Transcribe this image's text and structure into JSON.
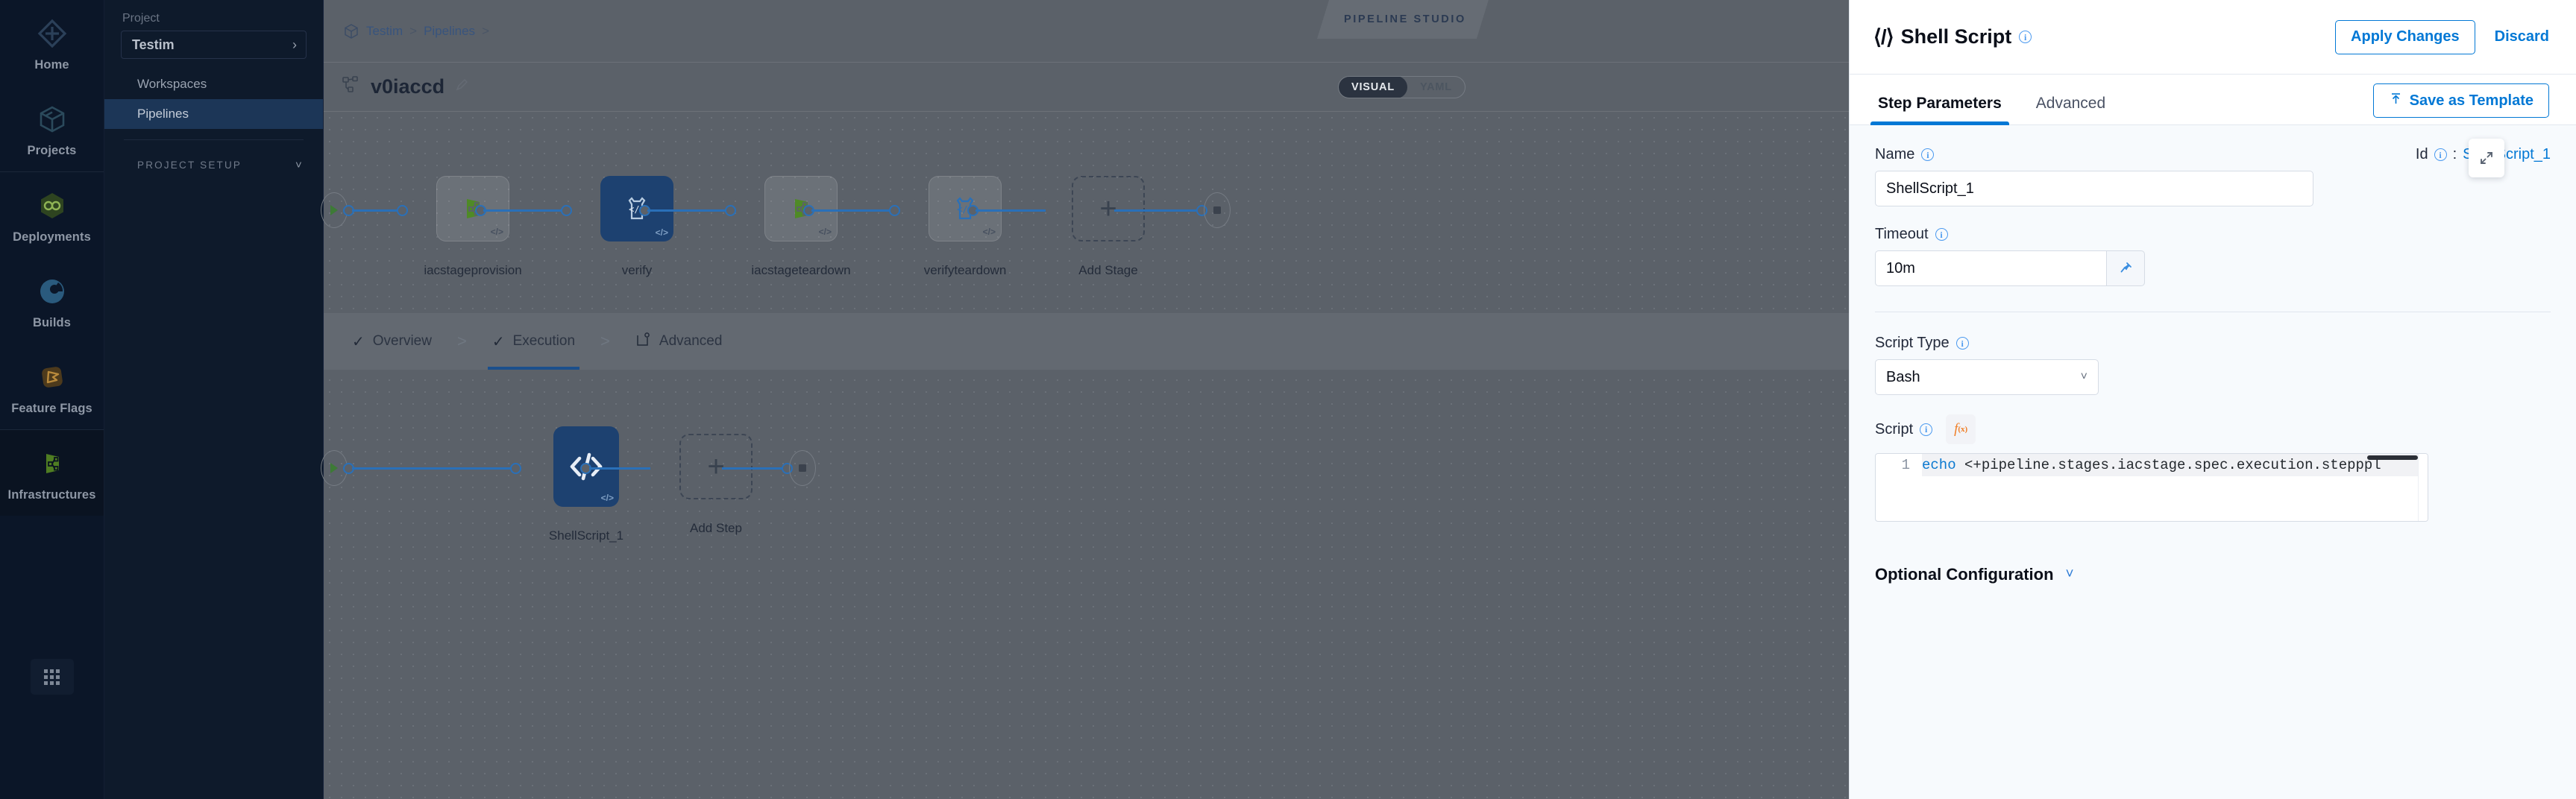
{
  "rail": {
    "items": [
      {
        "label": "Home",
        "icon": "home-diamond-icon"
      },
      {
        "label": "Projects",
        "icon": "cube-icon"
      },
      {
        "label": "Deployments",
        "icon": "infinity-hex-icon"
      },
      {
        "label": "Builds",
        "icon": "build-pie-icon"
      },
      {
        "label": "Feature Flags",
        "icon": "flag-icon"
      },
      {
        "label": "Infrastructures",
        "icon": "infrastructure-icon"
      }
    ],
    "grid_icon": "apps-grid-icon"
  },
  "nav": {
    "project_label": "Project",
    "project_name": "Testim",
    "project_chevron": "chevron-right-icon",
    "links": [
      {
        "label": "Workspaces",
        "active": false
      },
      {
        "label": "Pipelines",
        "active": true
      }
    ],
    "setup_label": "PROJECT SETUP",
    "setup_chevron": "chevron-down-icon"
  },
  "main": {
    "breadcrumb": {
      "icon": "project-cube-icon",
      "items": [
        "Testim",
        "Pipelines"
      ],
      "separator": ">"
    },
    "studio_badge": "PIPELINE STUDIO",
    "close_icon": "close-icon",
    "pipeline_icon": "pipeline-graph-icon",
    "pipeline_name": "v0iaccd",
    "edit_icon": "pencil-icon",
    "view_toggle": {
      "options": [
        "VISUAL",
        "YAML"
      ],
      "selected": "VISUAL"
    },
    "stages": [
      {
        "label": "iacstageprovision",
        "icon": "infrastructure-icon",
        "selected": false,
        "corner": "</>"
      },
      {
        "label": "verify",
        "icon": "verify-icon",
        "selected": true,
        "corner": "</>"
      },
      {
        "label": "iacstageteardown",
        "icon": "infrastructure-icon",
        "selected": false,
        "corner": "</>"
      },
      {
        "label": "verifyteardown",
        "icon": "verify-icon",
        "selected": false,
        "corner": "</>"
      }
    ],
    "add_stage_label": "Add Stage",
    "add_icon": "plus-icon",
    "start_icon": "play-icon",
    "end_icon": "stop-icon",
    "tabs": [
      {
        "label": "Overview",
        "icon": "check-icon",
        "active": false
      },
      {
        "label": "Execution",
        "icon": "check-icon",
        "active": true
      },
      {
        "label": "Advanced",
        "icon": "advanced-gear-icon",
        "active": false
      }
    ],
    "tab_separator": ">",
    "steps": [
      {
        "label": "ShellScript_1",
        "icon": "code-brackets-icon",
        "selected": true,
        "corner": "</>"
      }
    ],
    "add_step_label": "Add Step"
  },
  "drawer": {
    "title": "Shell Script",
    "title_code_icon": "code-angle-icon",
    "title_info_icon": "info-icon",
    "apply_label": "Apply Changes",
    "discard_label": "Discard",
    "tabs": [
      {
        "label": "Step Parameters",
        "active": true
      },
      {
        "label": "Advanced",
        "active": false
      }
    ],
    "save_template_label": "Save as Template",
    "save_template_icon": "template-upload-icon",
    "fields": {
      "name_label": "Name",
      "name_value": "ShellScript_1",
      "id_label": "Id",
      "id_separator": ":",
      "id_value": "ShellScript_1",
      "timeout_label": "Timeout",
      "timeout_value": "10m",
      "timeout_pin_icon": "pin-icon",
      "script_type_label": "Script Type",
      "script_type_value": "Bash",
      "script_type_chevron": "chevron-down-icon",
      "script_label": "Script",
      "script_fx_icon": "fx-icon",
      "script_fx_text": "f",
      "script_fx_sub": "(x)",
      "script_line_number": "1",
      "script_keyword": "echo",
      "script_rest": " <+pipeline.stages.iacstage.spec.execution.step",
      "script_tail": "ppl",
      "script_expand_icon": "expand-icon"
    },
    "optional_config_label": "Optional Configuration",
    "optional_config_chevron": "chevron-down-icon"
  },
  "colors": {
    "accent_blue": "#0278d5",
    "node_selected": "#1d4170",
    "edge_blue": "#2a70b8",
    "rail_bg": "#0b1628",
    "nav_bg": "#0e1a2b",
    "nav_active": "#1c3657",
    "canvas_dim": "#5b6169",
    "drawer_bg": "#f7fafd",
    "fx_orange": "#f07e26",
    "close_btn": "#5b8bad"
  }
}
